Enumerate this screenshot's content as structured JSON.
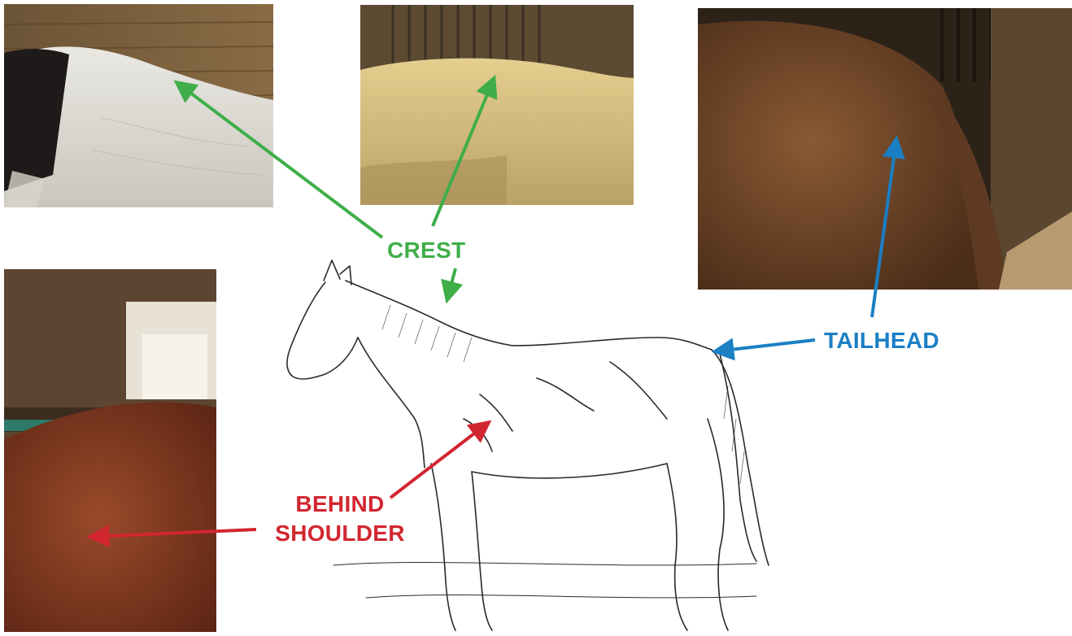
{
  "labels": {
    "crest": "CREST",
    "tailhead": "TAILHEAD",
    "behind_shoulder_line1": "BEHIND",
    "behind_shoulder_line2": "SHOULDER"
  },
  "colors": {
    "crest": "#3fae49",
    "tailhead": "#1b7fc4",
    "behind_shoulder": "#d22630"
  },
  "illustration": "horse-line-drawing",
  "photos": [
    "white-horse-neck-photo",
    "palomino-crest-photo",
    "bay-tailhead-photo",
    "chestnut-shoulder-photo"
  ]
}
